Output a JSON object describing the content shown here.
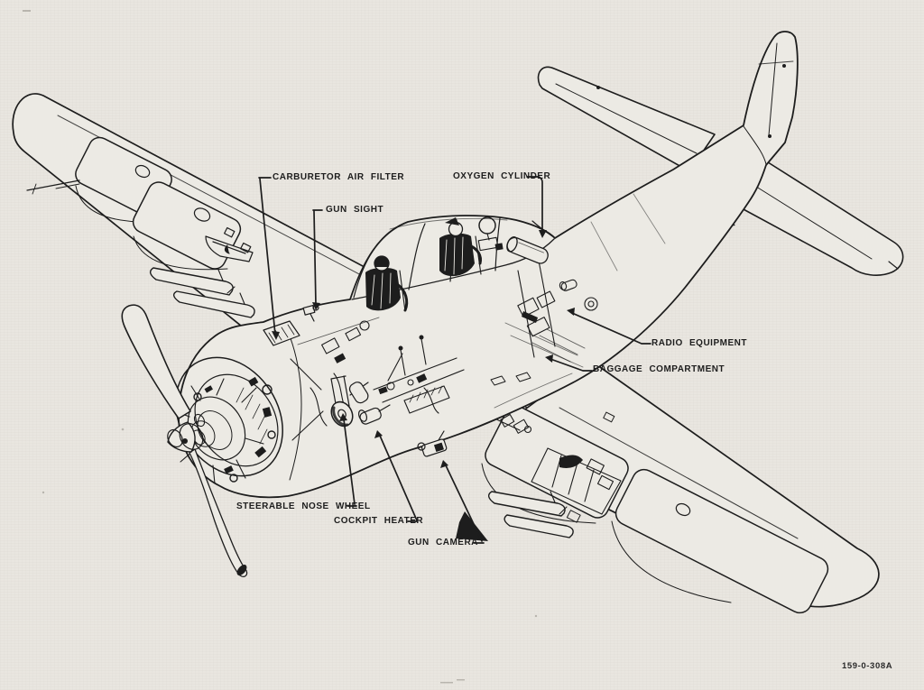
{
  "diagram": {
    "subject": "Aircraft cutaway technical illustration",
    "figure_number": "159-0-308A",
    "ink_color": "#1d1d1d",
    "paper_color": "#e9e6e0",
    "labels": [
      {
        "id": "carburetor-air-filter",
        "text": "CARBURETOR AIR FILTER"
      },
      {
        "id": "gun-sight",
        "text": "GUN SIGHT"
      },
      {
        "id": "oxygen-cylinder",
        "text": "OXYGEN CYLINDER"
      },
      {
        "id": "radio-equipment",
        "text": "RADIO EQUIPMENT"
      },
      {
        "id": "baggage-compartment",
        "text": "BAGGAGE COMPARTMENT"
      },
      {
        "id": "steerable-nose-wheel",
        "text": "STEERABLE NOSE WHEEL"
      },
      {
        "id": "cockpit-heater",
        "text": "COCKPIT HEATER"
      },
      {
        "id": "gun-camera",
        "text": "GUN CAMERA"
      }
    ]
  }
}
